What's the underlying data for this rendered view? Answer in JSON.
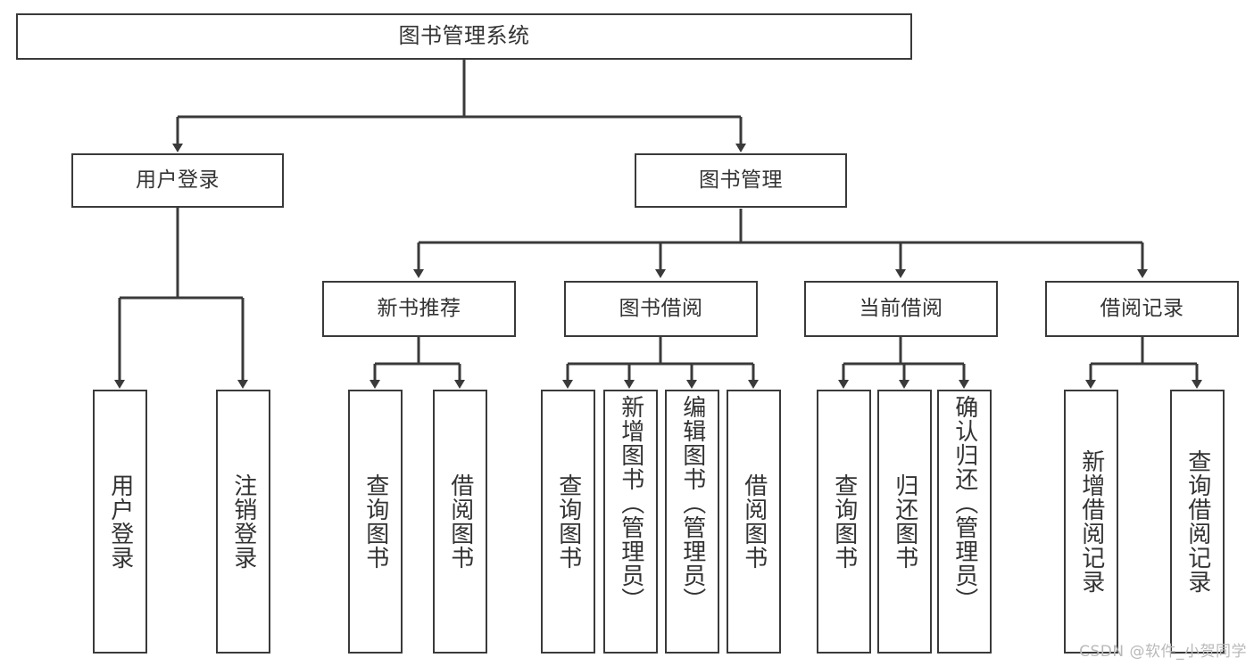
{
  "diagram": {
    "title": "图书管理系统",
    "type": "tree-hierarchy",
    "watermark": "CSDN @软件_小贺同学",
    "colors": {
      "box_border": "#3a3a3a",
      "text": "#333333",
      "background": "#ffffff",
      "connector": "#3a3a3a",
      "watermark": "#b9b9b9"
    },
    "root": {
      "label": "图书管理系统"
    },
    "level2": [
      {
        "label": "用户登录"
      },
      {
        "label": "图书管理"
      }
    ],
    "level3": [
      {
        "label": "新书推荐"
      },
      {
        "label": "图书借阅"
      },
      {
        "label": "当前借阅"
      },
      {
        "label": "借阅记录"
      }
    ],
    "leaves": {
      "user_login": [
        {
          "label": "用户登录"
        },
        {
          "label": "注销登录"
        }
      ],
      "new_book_recommend": [
        {
          "label": "查询图书"
        },
        {
          "label": "借阅图书"
        }
      ],
      "book_borrow": [
        {
          "label": "查询图书"
        },
        {
          "label": "新增图书（管理员）"
        },
        {
          "label": "编辑图书（管理员）"
        },
        {
          "label": "借阅图书"
        }
      ],
      "current_borrow": [
        {
          "label": "查询图书"
        },
        {
          "label": "归还图书"
        },
        {
          "label": "确认归还（管理员）"
        }
      ],
      "borrow_record": [
        {
          "label": "新增借阅记录"
        },
        {
          "label": "查询借阅记录"
        }
      ]
    }
  }
}
